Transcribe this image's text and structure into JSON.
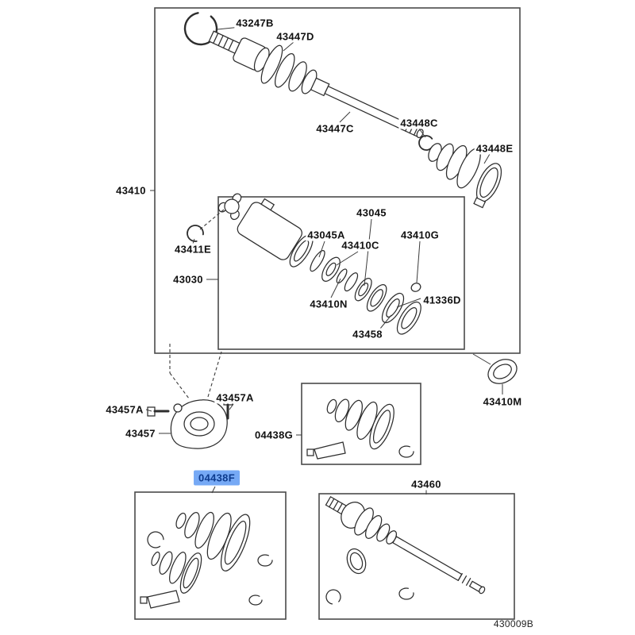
{
  "page": {
    "background": "#ffffff",
    "footer_code": "430009B"
  },
  "colors": {
    "line": "#2d2d2d",
    "box_border": "#4a4a4a",
    "highlight_bg": "#76a9f5",
    "highlight_text": "#0d3b8e"
  },
  "parts": [
    {
      "label": "43247B"
    },
    {
      "label": "43447D"
    },
    {
      "label": "43447C"
    },
    {
      "label": "43448C"
    },
    {
      "label": "43448E"
    },
    {
      "label": "43410"
    },
    {
      "label": "43411E"
    },
    {
      "label": "43030"
    },
    {
      "label": "43045"
    },
    {
      "label": "43045A"
    },
    {
      "label": "43410C"
    },
    {
      "label": "43410G"
    },
    {
      "label": "43410N"
    },
    {
      "label": "41336D"
    },
    {
      "label": "43458"
    },
    {
      "label": "43410M"
    },
    {
      "label": "43457A"
    },
    {
      "label": "43457A"
    },
    {
      "label": "43457"
    },
    {
      "label": "04438G"
    },
    {
      "label": "04438F",
      "highlighted": true
    },
    {
      "label": "43460"
    }
  ]
}
